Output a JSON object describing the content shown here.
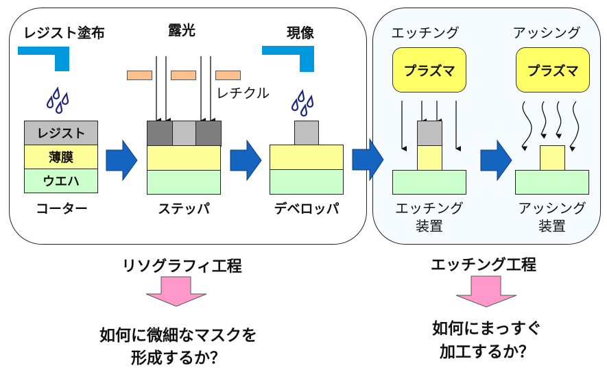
{
  "lithography_panel": {
    "steps": [
      {
        "title": "レジスト塗布",
        "equipment": "コーター"
      },
      {
        "title": "露光",
        "equipment": "ステッパ"
      },
      {
        "title": "現像",
        "equipment": "デベロッパ"
      }
    ],
    "layers": {
      "resist": "レジスト",
      "film": "薄膜",
      "wafer": "ウエハ"
    },
    "reticle_label": "レチクル"
  },
  "etching_panel": {
    "steps": [
      {
        "title": "エッチング",
        "plasma": "プラズマ",
        "equipment_line1": "エッチング",
        "equipment_line2": "装置"
      },
      {
        "title": "アッシング",
        "plasma": "プラズマ",
        "equipment_line1": "アッシング",
        "equipment_line2": "装置"
      }
    ]
  },
  "bottom": {
    "lithography": {
      "process": "リソグラフィ工程",
      "question_line1": "如何に微細なマスクを",
      "question_line2": "形成するか？"
    },
    "etching": {
      "process": "エッチング工程",
      "question_line1": "如何にまっすぐ",
      "question_line2": "加工するか？"
    }
  },
  "colors": {
    "flow_arrow": "#1565c0",
    "nozzle": "#0099dd",
    "resist": "#bfbfbf",
    "exposed_resist": "#7f7f7f",
    "film": "#ffff99",
    "wafer": "#ccffcc",
    "reticle": "#fac090",
    "plasma": "#ffff66",
    "down_arrow": "#ff99cc",
    "etch_panel_bg": "#f5fbff"
  }
}
